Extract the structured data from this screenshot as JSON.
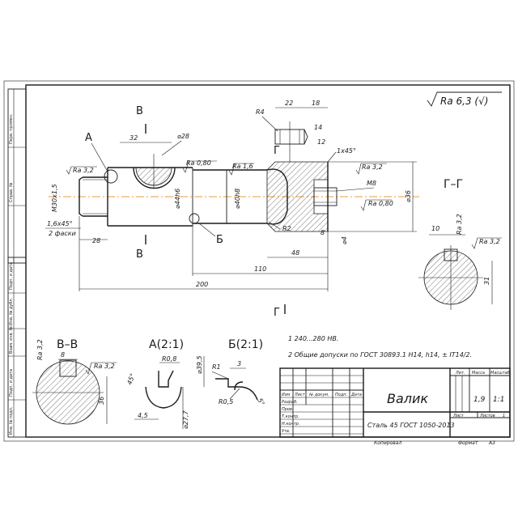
{
  "drawing": {
    "part_name": "Валик",
    "material": "Сталь 45 ГОСТ 1050-2013",
    "roughness_general": "Ra 6,3 (√)",
    "notes": [
      "1 240...280 НВ.",
      "2 Общие допуски по ГОСТ 30893.1 Н14, h14, ± IT14/2."
    ],
    "section_labels": {
      "A": "А",
      "B": "Б",
      "V": "В",
      "G": "Г",
      "sec_VV": "В–В",
      "sec_GG": "Г–Г",
      "det_A": "А(2:1)",
      "det_B": "Б(2:1)"
    },
    "dims": {
      "d32": "32",
      "d28": "⌀28",
      "ra080_a": "Ra 0,80",
      "ra16": "Ra 1,6",
      "ra32_a": "Ra 3,2",
      "m30": "M30x1,5",
      "d44h6": "⌀44h6",
      "d40h8": "⌀40h8",
      "chamfer16": "1,6x45°",
      "two_chamfers": "2 фаски",
      "d28len": "28",
      "r2": "R2",
      "d48": "48",
      "d110": "110",
      "d200": "200",
      "r4": "R4",
      "d22": "22",
      "d18": "18",
      "d14": "14",
      "d12": "12",
      "c1x45": "1x45°",
      "ra32_b": "Ra 3,2",
      "m8": "M8",
      "ra080_b": "Ra 0,80",
      "d36": "⌀36",
      "d8": "8",
      "d4": "⌀4",
      "gg10": "10",
      "gg_ra32_1": "Ra 3,2",
      "gg_ra32_2": "Ra 3,2",
      "gg31": "31",
      "vv_ra32_1": "Ra 3,2",
      "vv8": "8",
      "vv_ra32_2": "Ra 3,2",
      "vv36": "36",
      "a_r08": "R0,8",
      "a_45": "45°",
      "a_45len": "4,5",
      "a_d277": "⌀27,7",
      "b_d395": "⌀39,5",
      "b_r1": "R1",
      "b_3": "3",
      "b_r05": "R0,5",
      "b_5": "5°"
    },
    "side_stamp": [
      "Перв. примен.",
      "Справ. №",
      "Подп. и дата",
      "Инв. № дубл.",
      "Взам. инв. №",
      "Подп. и дата",
      "Инв. № подл."
    ],
    "title_block": {
      "col_headers": [
        "Изм",
        "Лист",
        "№ докум.",
        "Подп.",
        "Дата"
      ],
      "roles": [
        "Разраб.",
        "Пров.",
        "Т.контр.",
        "",
        "Н.контр.",
        "Утв."
      ],
      "lit_header": "Лит.",
      "mass_header": "Масса",
      "scale_header": "Масштаб",
      "mass": "1,9",
      "scale": "1:1",
      "sheet_label": "Лист",
      "sheets_label": "Листов",
      "sheets_count": "1",
      "copied": "Копировал",
      "format": "Формат",
      "format_value": "А3"
    }
  }
}
